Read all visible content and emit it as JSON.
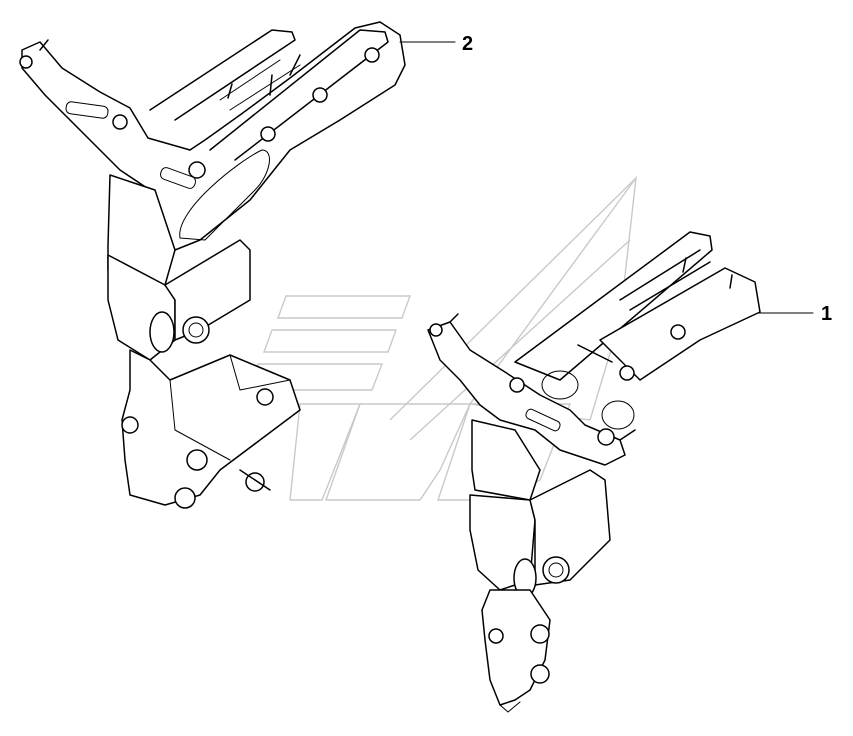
{
  "callouts": [
    {
      "id": "1",
      "label": "1"
    },
    {
      "id": "2",
      "label": "2"
    }
  ],
  "colors": {
    "line": "#000000",
    "watermark": "#c9c9c9",
    "background": "#ffffff"
  }
}
